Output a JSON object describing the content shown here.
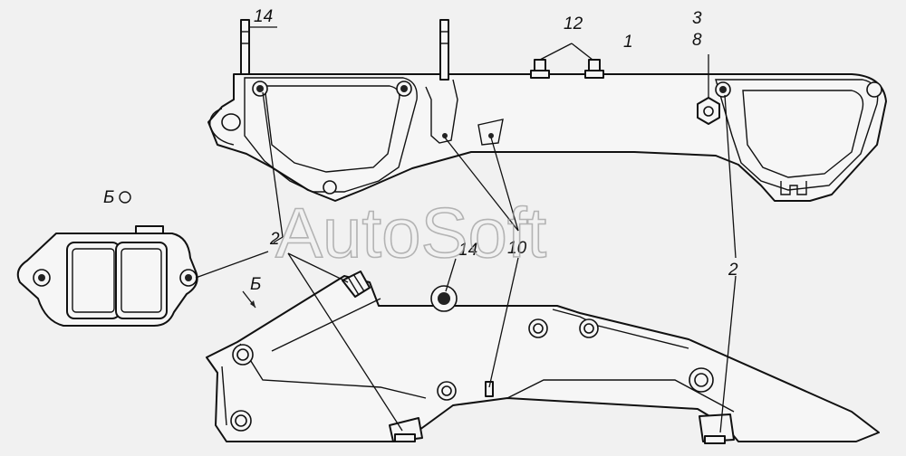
{
  "callouts": {
    "c1": "1",
    "c2a": "2",
    "c2b": "2",
    "c3": "3",
    "c8": "8",
    "c10": "10",
    "c12": "12",
    "c14a": "14",
    "c14b": "14",
    "view_b": "Б",
    "view_b_arrow": "Б"
  },
  "watermark": "AutoSoft"
}
